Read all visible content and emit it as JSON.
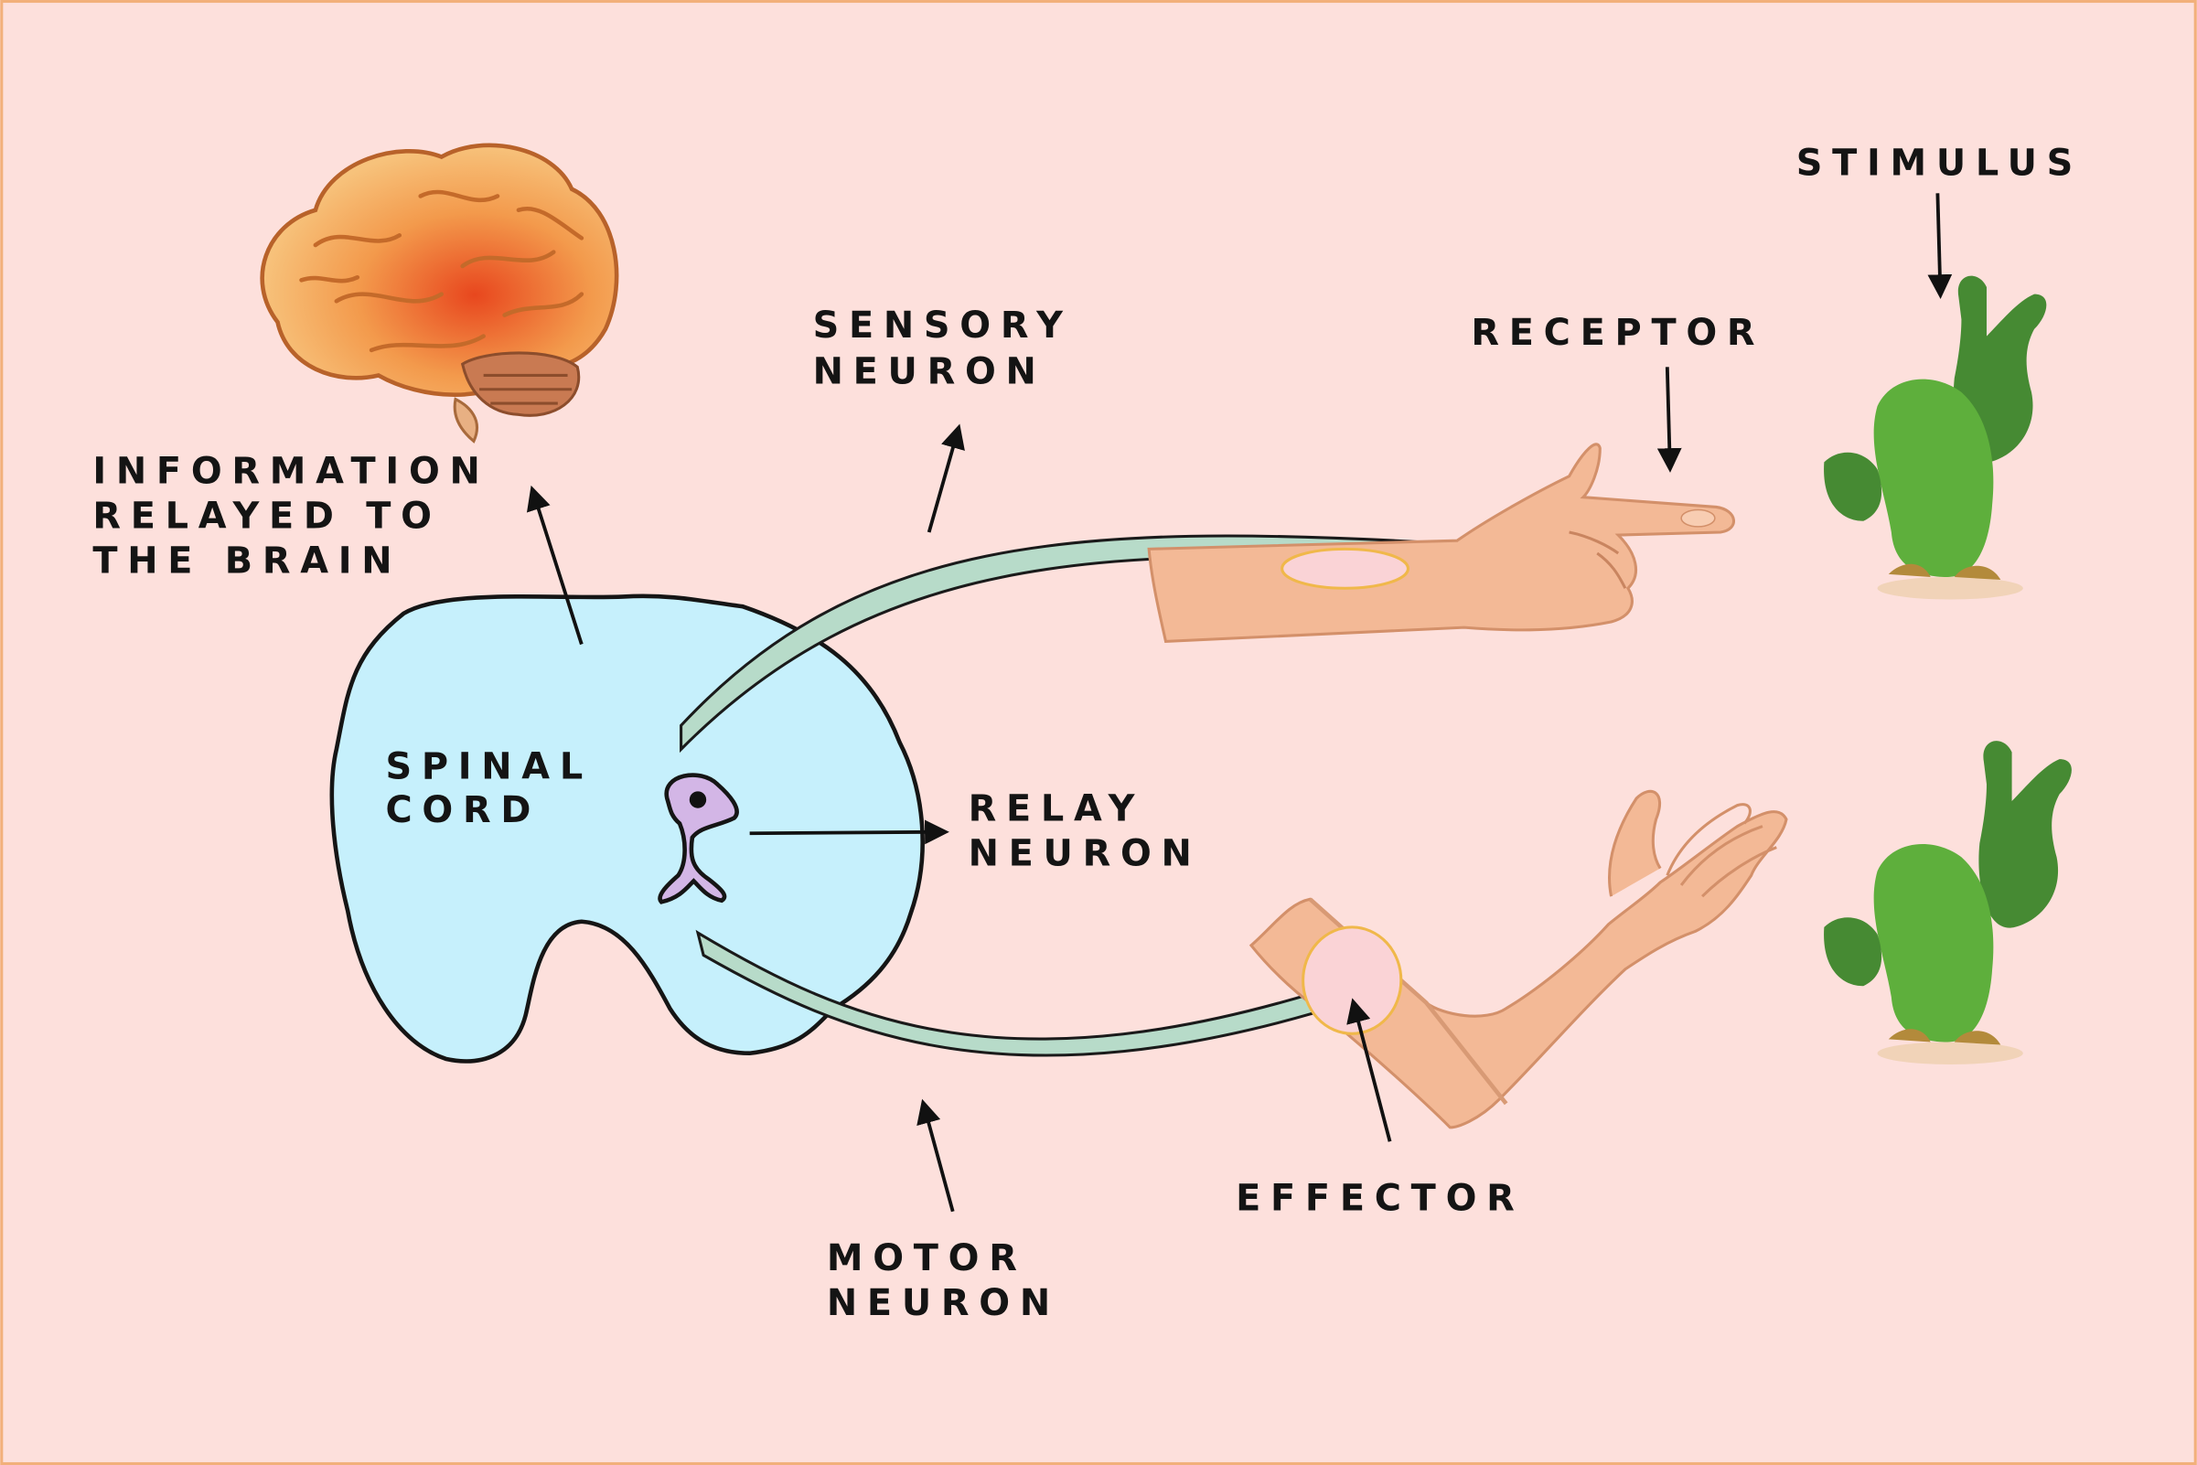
{
  "diagram": {
    "labels": {
      "stimulus": "STIMULUS",
      "receptor": "RECEPTOR",
      "sensory_neuron": [
        "SENSORY",
        "NEURON"
      ],
      "information": [
        "INFORMATION",
        "RELAYED TO",
        "THE BRAIN"
      ],
      "spinal_cord": [
        "SPINAL",
        "CORD"
      ],
      "relay_neuron": [
        "RELAY",
        "NEURON"
      ],
      "motor_neuron": [
        "MOTOR",
        "NEURON"
      ],
      "effector": "EFFECTOR"
    },
    "colors": {
      "background": "#fde0dc",
      "border": "#f2b07a",
      "spinal_cord": "#c6f0fc",
      "relay_neuron": "#d3b6e6",
      "nerve_fiber": "#b7dbc9",
      "skin": "#f3b996",
      "brain": "#f19a45",
      "cactus": "#5eaf3c"
    }
  }
}
